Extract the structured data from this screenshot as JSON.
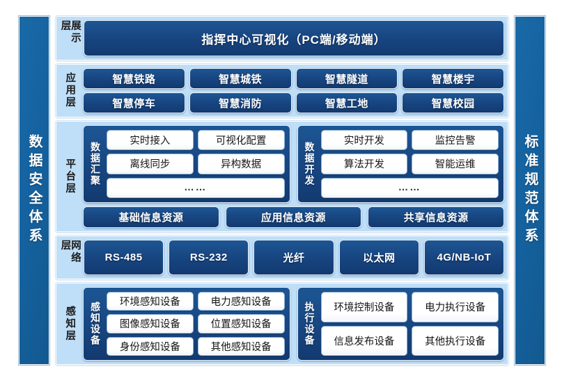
{
  "left_pillar": {
    "text": "数据安全体系"
  },
  "right_pillar": {
    "text": "标准规范体系"
  },
  "layers": {
    "presentation": {
      "label": "展示层",
      "banner": "指挥中心可视化（PC端/移动端）"
    },
    "application": {
      "label": "应用层",
      "rows": [
        [
          "智慧铁路",
          "智慧城铁",
          "智慧隧道",
          "智慧楼宇"
        ],
        [
          "智慧停车",
          "智慧消防",
          "智慧工地",
          "智慧校园"
        ]
      ]
    },
    "platform": {
      "label": "平台层",
      "groups": [
        {
          "title": "数据汇聚",
          "rows": [
            [
              "实时接入",
              "可视化配置"
            ],
            [
              "离线同步",
              "异构数据"
            ]
          ],
          "more": "……"
        },
        {
          "title": "数据开发",
          "rows": [
            [
              "实时开发",
              "监控告警"
            ],
            [
              "算法开发",
              "智能运维"
            ]
          ],
          "more": "……"
        }
      ],
      "resources": [
        "基础信息资源",
        "应用信息资源",
        "共享信息资源"
      ]
    },
    "network": {
      "label": "网络层",
      "items": [
        "RS-485",
        "RS-232",
        "光纤",
        "以太网",
        "4G/NB-IoT"
      ]
    },
    "perception": {
      "label": "感知层",
      "groups": [
        {
          "title": "感知设备",
          "rows": [
            [
              "环境感知设备",
              "电力感知设备"
            ],
            [
              "图像感知设备",
              "位置感知设备"
            ],
            [
              "身份感知设备",
              "其他感知设备"
            ]
          ]
        },
        {
          "title": "执行设备",
          "rows": [
            [
              "环境控制设备",
              "电力执行设备"
            ],
            [
              "信息发布设备",
              "其他执行设备"
            ]
          ]
        }
      ]
    }
  },
  "colors": {
    "panel_light_blue": "#bfdef7",
    "navy_box": "#17447f",
    "pillar_blue": "#1562a0",
    "white_box": "#ffffff",
    "page_background": "#ffffff"
  }
}
